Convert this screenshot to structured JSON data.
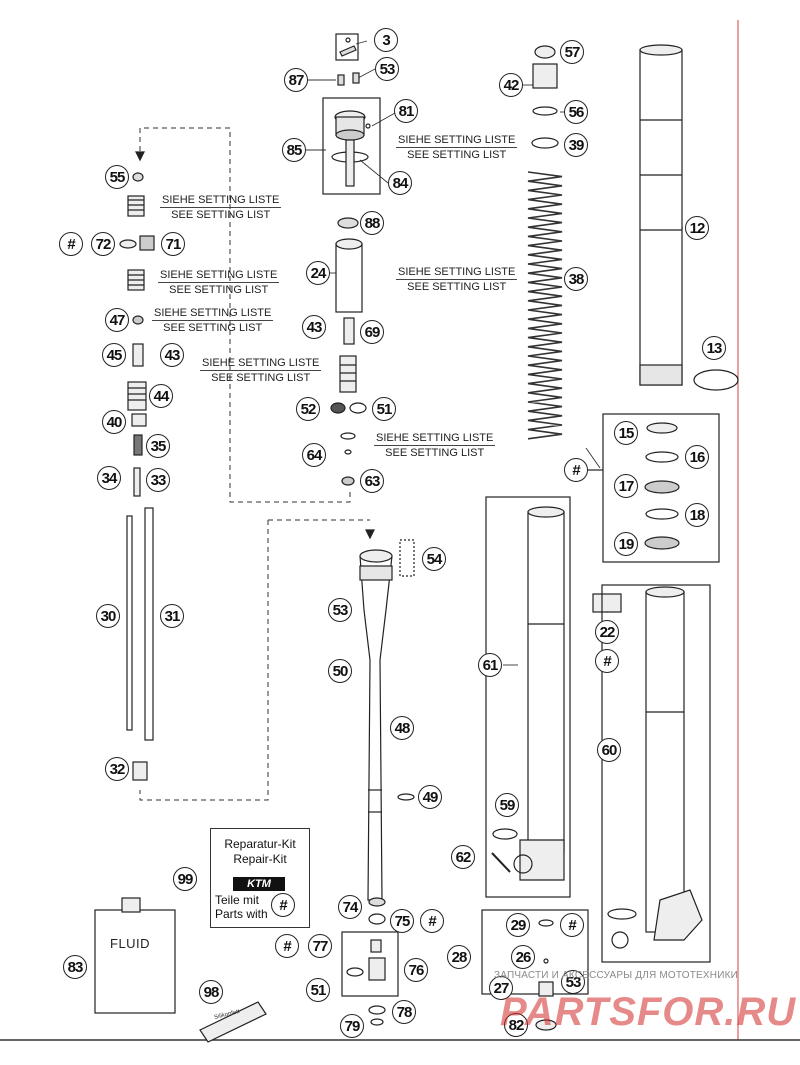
{
  "callouts": [
    {
      "id": "c3",
      "text": "3"
    },
    {
      "id": "c87",
      "text": "87"
    },
    {
      "id": "c53a",
      "text": "53"
    },
    {
      "id": "c81",
      "text": "81"
    },
    {
      "id": "c85",
      "text": "85"
    },
    {
      "id": "c84",
      "text": "84"
    },
    {
      "id": "c88",
      "text": "88"
    },
    {
      "id": "c24",
      "text": "24"
    },
    {
      "id": "c43a",
      "text": "43"
    },
    {
      "id": "c69",
      "text": "69"
    },
    {
      "id": "c52",
      "text": "52"
    },
    {
      "id": "c51a",
      "text": "51"
    },
    {
      "id": "c64",
      "text": "64"
    },
    {
      "id": "c63",
      "text": "63"
    },
    {
      "id": "c57",
      "text": "57"
    },
    {
      "id": "c42",
      "text": "42"
    },
    {
      "id": "c56",
      "text": "56"
    },
    {
      "id": "c39",
      "text": "39"
    },
    {
      "id": "c38",
      "text": "38"
    },
    {
      "id": "c12",
      "text": "12"
    },
    {
      "id": "c13",
      "text": "13"
    },
    {
      "id": "c15",
      "text": "15"
    },
    {
      "id": "c16",
      "text": "16"
    },
    {
      "id": "c17",
      "text": "17"
    },
    {
      "id": "c18",
      "text": "18"
    },
    {
      "id": "c19",
      "text": "19"
    },
    {
      "id": "chash1",
      "text": "#"
    },
    {
      "id": "c55",
      "text": "55"
    },
    {
      "id": "chash2",
      "text": "#"
    },
    {
      "id": "c72",
      "text": "72"
    },
    {
      "id": "c71",
      "text": "71"
    },
    {
      "id": "c47",
      "text": "47"
    },
    {
      "id": "c45",
      "text": "45"
    },
    {
      "id": "c43b",
      "text": "43"
    },
    {
      "id": "c44",
      "text": "44"
    },
    {
      "id": "c40",
      "text": "40"
    },
    {
      "id": "c35",
      "text": "35"
    },
    {
      "id": "c34",
      "text": "34"
    },
    {
      "id": "c33",
      "text": "33"
    },
    {
      "id": "c30",
      "text": "30"
    },
    {
      "id": "c31",
      "text": "31"
    },
    {
      "id": "c32",
      "text": "32"
    },
    {
      "id": "c54",
      "text": "54"
    },
    {
      "id": "c53b",
      "text": "53"
    },
    {
      "id": "c50",
      "text": "50"
    },
    {
      "id": "c48",
      "text": "48"
    },
    {
      "id": "c49",
      "text": "49"
    },
    {
      "id": "c61",
      "text": "61"
    },
    {
      "id": "c59",
      "text": "59"
    },
    {
      "id": "c62",
      "text": "62"
    },
    {
      "id": "c22",
      "text": "22"
    },
    {
      "id": "chash3",
      "text": "#"
    },
    {
      "id": "c60",
      "text": "60"
    },
    {
      "id": "c99",
      "text": "99"
    },
    {
      "id": "c83",
      "text": "83"
    },
    {
      "id": "c98",
      "text": "98"
    },
    {
      "id": "c74",
      "text": "74"
    },
    {
      "id": "c75",
      "text": "75"
    },
    {
      "id": "chash4",
      "text": "#"
    },
    {
      "id": "chash5",
      "text": "#"
    },
    {
      "id": "c77",
      "text": "77"
    },
    {
      "id": "c76",
      "text": "76"
    },
    {
      "id": "c51b",
      "text": "51"
    },
    {
      "id": "c79",
      "text": "79"
    },
    {
      "id": "c78",
      "text": "78"
    },
    {
      "id": "c28",
      "text": "28"
    },
    {
      "id": "c29",
      "text": "29"
    },
    {
      "id": "chash6",
      "text": "#"
    },
    {
      "id": "c26",
      "text": "26"
    },
    {
      "id": "c27",
      "text": "27"
    },
    {
      "id": "c53c",
      "text": "53"
    },
    {
      "id": "c82",
      "text": "82"
    }
  ],
  "setting_notes": {
    "line1": "SIEHE SETTING LISTE",
    "line2": "SEE SETTING LIST"
  },
  "repair_kit": {
    "line1": "Reparatur-Kit",
    "line2": "Repair-Kit",
    "logo": "KTM",
    "line3": "Teile mit",
    "line4": "Parts with",
    "marker": "#"
  },
  "fluid_label": "FLUID",
  "grease_label": "Silikonfett",
  "watermark": {
    "caption": "ЗАПЧАСТИ И АКСЕССУАРЫ ДЛЯ МОТОТЕХНИКИ",
    "logo": "PARTSFOR.RU"
  },
  "colors": {
    "line": "#222222",
    "accent_rule": "#e06060",
    "watermark": "#d22828"
  }
}
